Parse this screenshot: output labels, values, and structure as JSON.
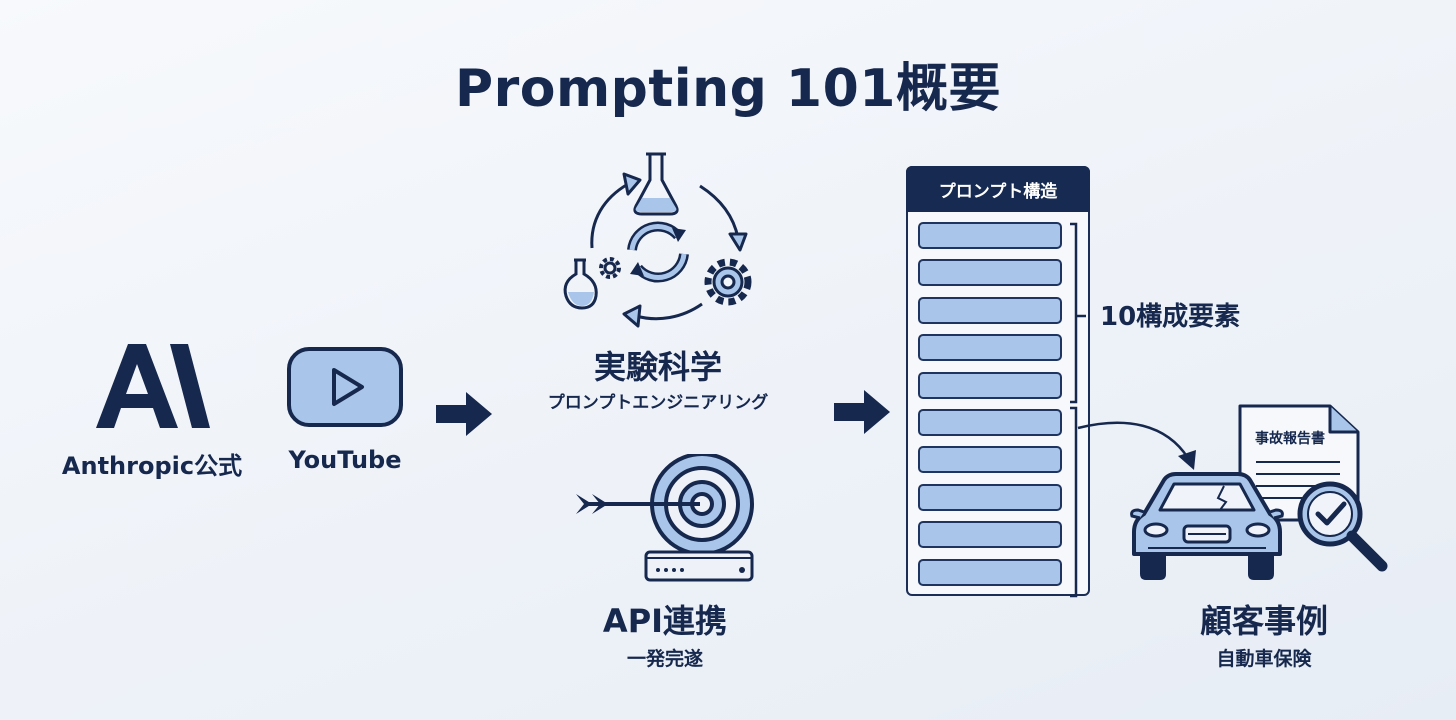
{
  "title": "Prompting 101概要",
  "source": {
    "anthropic_label": "Anthropic公式",
    "youtube_label": "YouTube"
  },
  "science": {
    "title": "実験科学",
    "subtitle": "プロンプトエンジニアリング"
  },
  "api": {
    "title": "API連携",
    "subtitle": "一発完遂"
  },
  "structure": {
    "header": "プロンプト構造",
    "element_count_label": "10構成要素",
    "row_count": 10
  },
  "case": {
    "title": "顧客事例",
    "subtitle": "自動車保険",
    "document_label": "事故報告書"
  },
  "colors": {
    "navy": "#16284d",
    "light_blue": "#a9c6ea",
    "background": "#eef2f8"
  }
}
